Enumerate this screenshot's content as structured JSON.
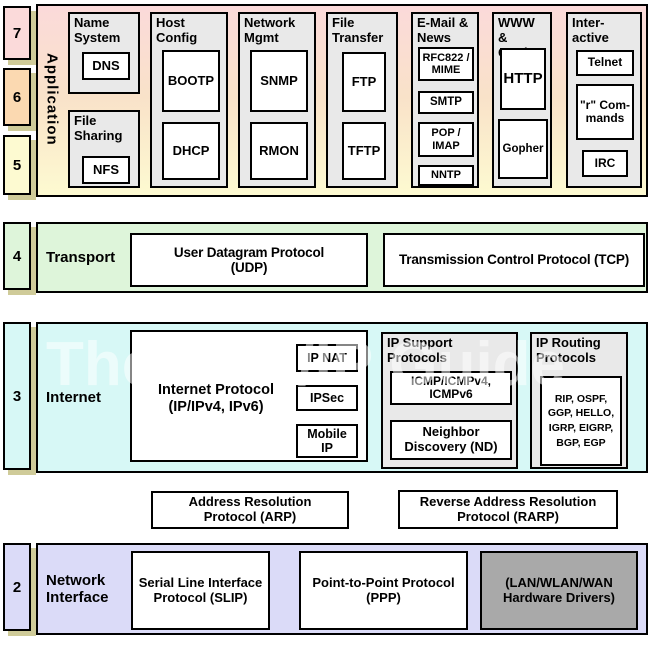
{
  "watermark": "The TCP/IP Guide",
  "layer_numbers": {
    "n7": "7",
    "n6": "6",
    "n5": "5",
    "n4": "4",
    "n3": "3",
    "n2": "2"
  },
  "application": {
    "label": "Application",
    "groups": {
      "name_system": {
        "title": "Name System",
        "dns": "DNS"
      },
      "file_sharing": {
        "title": "File Sharing",
        "nfs": "NFS"
      },
      "host_config": {
        "title": "Host Config",
        "bootp": "BOOTP",
        "dhcp": "DHCP"
      },
      "network_mgmt": {
        "title": "Network Mgmt",
        "snmp": "SNMP",
        "rmon": "RMON"
      },
      "file_transfer": {
        "title": "File Transfer",
        "ftp": "FTP",
        "tftp": "TFTP"
      },
      "email_news": {
        "title": "E-Mail & News",
        "rfc822": "RFC822 / MIME",
        "smtp": "SMTP",
        "pop_imap": "POP / IMAP",
        "nntp": "NNTP"
      },
      "www_gopher": {
        "title": "WWW & Gopher",
        "http": "HTTP",
        "gopher": "Gopher"
      },
      "interactive": {
        "title": "Inter-active",
        "telnet": "Telnet",
        "r_commands": "\"r\" Com-mands",
        "irc": "IRC"
      }
    }
  },
  "transport": {
    "label": "Transport",
    "udp": "User Datagram Protocol (UDP)",
    "tcp": "Transmission Control Protocol (TCP)"
  },
  "internet": {
    "label": "Internet",
    "ip": "Internet Protocol (IP/IPv4, IPv6)",
    "ip_nat": "IP NAT",
    "ipsec": "IPSec",
    "mobile_ip": "Mobile IP",
    "support": {
      "title": "IP Support Protocols",
      "icmp": "ICMP/ICMPv4, ICMPv6",
      "nd": "Neighbor Discovery (ND)"
    },
    "routing": {
      "title": "IP Routing Protocols",
      "list": "RIP, OSPF, GGP, HELLO, IGRP, EIGRP, BGP, EGP"
    }
  },
  "resolution": {
    "arp": "Address Resolution Protocol (ARP)",
    "rarp": "Reverse Address Resolution Protocol (RARP)"
  },
  "network_interface": {
    "label": "Network Interface",
    "slip": "Serial Line Interface Protocol (SLIP)",
    "ppp": "Point-to-Point Protocol (PPP)",
    "hw": "(LAN/WLAN/WAN Hardware Drivers)"
  },
  "colors": {
    "pink": "#fbdada",
    "peach": "#fbd9b1",
    "cream": "#fdfad1",
    "green": "#def5da",
    "cyan": "#d7f8f6",
    "lavender": "#dbdbf8",
    "group_gray": "#e9e9e9",
    "hardware_gray": "#a9a9a9",
    "shadow_tan": "#cfcb99"
  }
}
